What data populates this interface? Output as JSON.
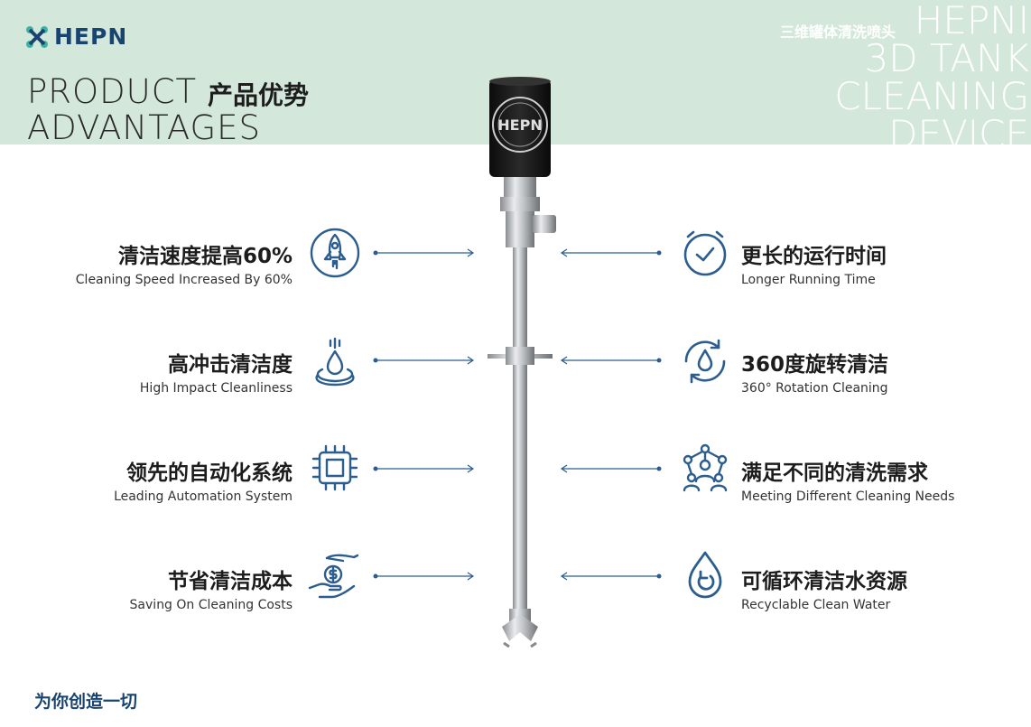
{
  "brand": {
    "logo_text": "HEPN"
  },
  "header": {
    "title_en_line1": "PRODUCT",
    "title_en_line2": "ADVANTAGES",
    "title_cn": "产品优势",
    "subtitle_cn": "三维罐体清洗喷头",
    "big_en": [
      "HEPNI",
      "3D TANK",
      "CLEANING",
      "DEVICE"
    ]
  },
  "left_features": [
    {
      "cn": "清洁速度提高60%",
      "en": "Cleaning Speed Increased By 60%",
      "icon": "rocket-icon"
    },
    {
      "cn": "高冲击清洁度",
      "en": "High Impact Cleanliness",
      "icon": "water-drop-impact-icon"
    },
    {
      "cn": "领先的自动化系统",
      "en": "Leading Automation System",
      "icon": "chip-icon"
    },
    {
      "cn": "节省清洁成本",
      "en": "Saving On Cleaning Costs",
      "icon": "money-hand-icon"
    }
  ],
  "right_features": [
    {
      "cn": "更长的运行时间",
      "en": "Longer Running Time",
      "icon": "clock-icon"
    },
    {
      "cn": "360度旋转清洁",
      "en": "360° Rotation Cleaning",
      "icon": "rotation-drop-icon"
    },
    {
      "cn": "满足不同的清洗需求",
      "en": "Meeting Different Cleaning Needs",
      "icon": "network-people-icon"
    },
    {
      "cn": "可循环清洁水资源",
      "en": "Recyclable Clean Water",
      "icon": "recycle-drop-icon"
    }
  ],
  "footer": {
    "slogan": "为你创造一切"
  },
  "colors": {
    "header_band": "#d3e8da",
    "brand_blue": "#1a4470",
    "icon_blue": "#2c5d8f",
    "logo_teal": "#3bb3a6"
  }
}
